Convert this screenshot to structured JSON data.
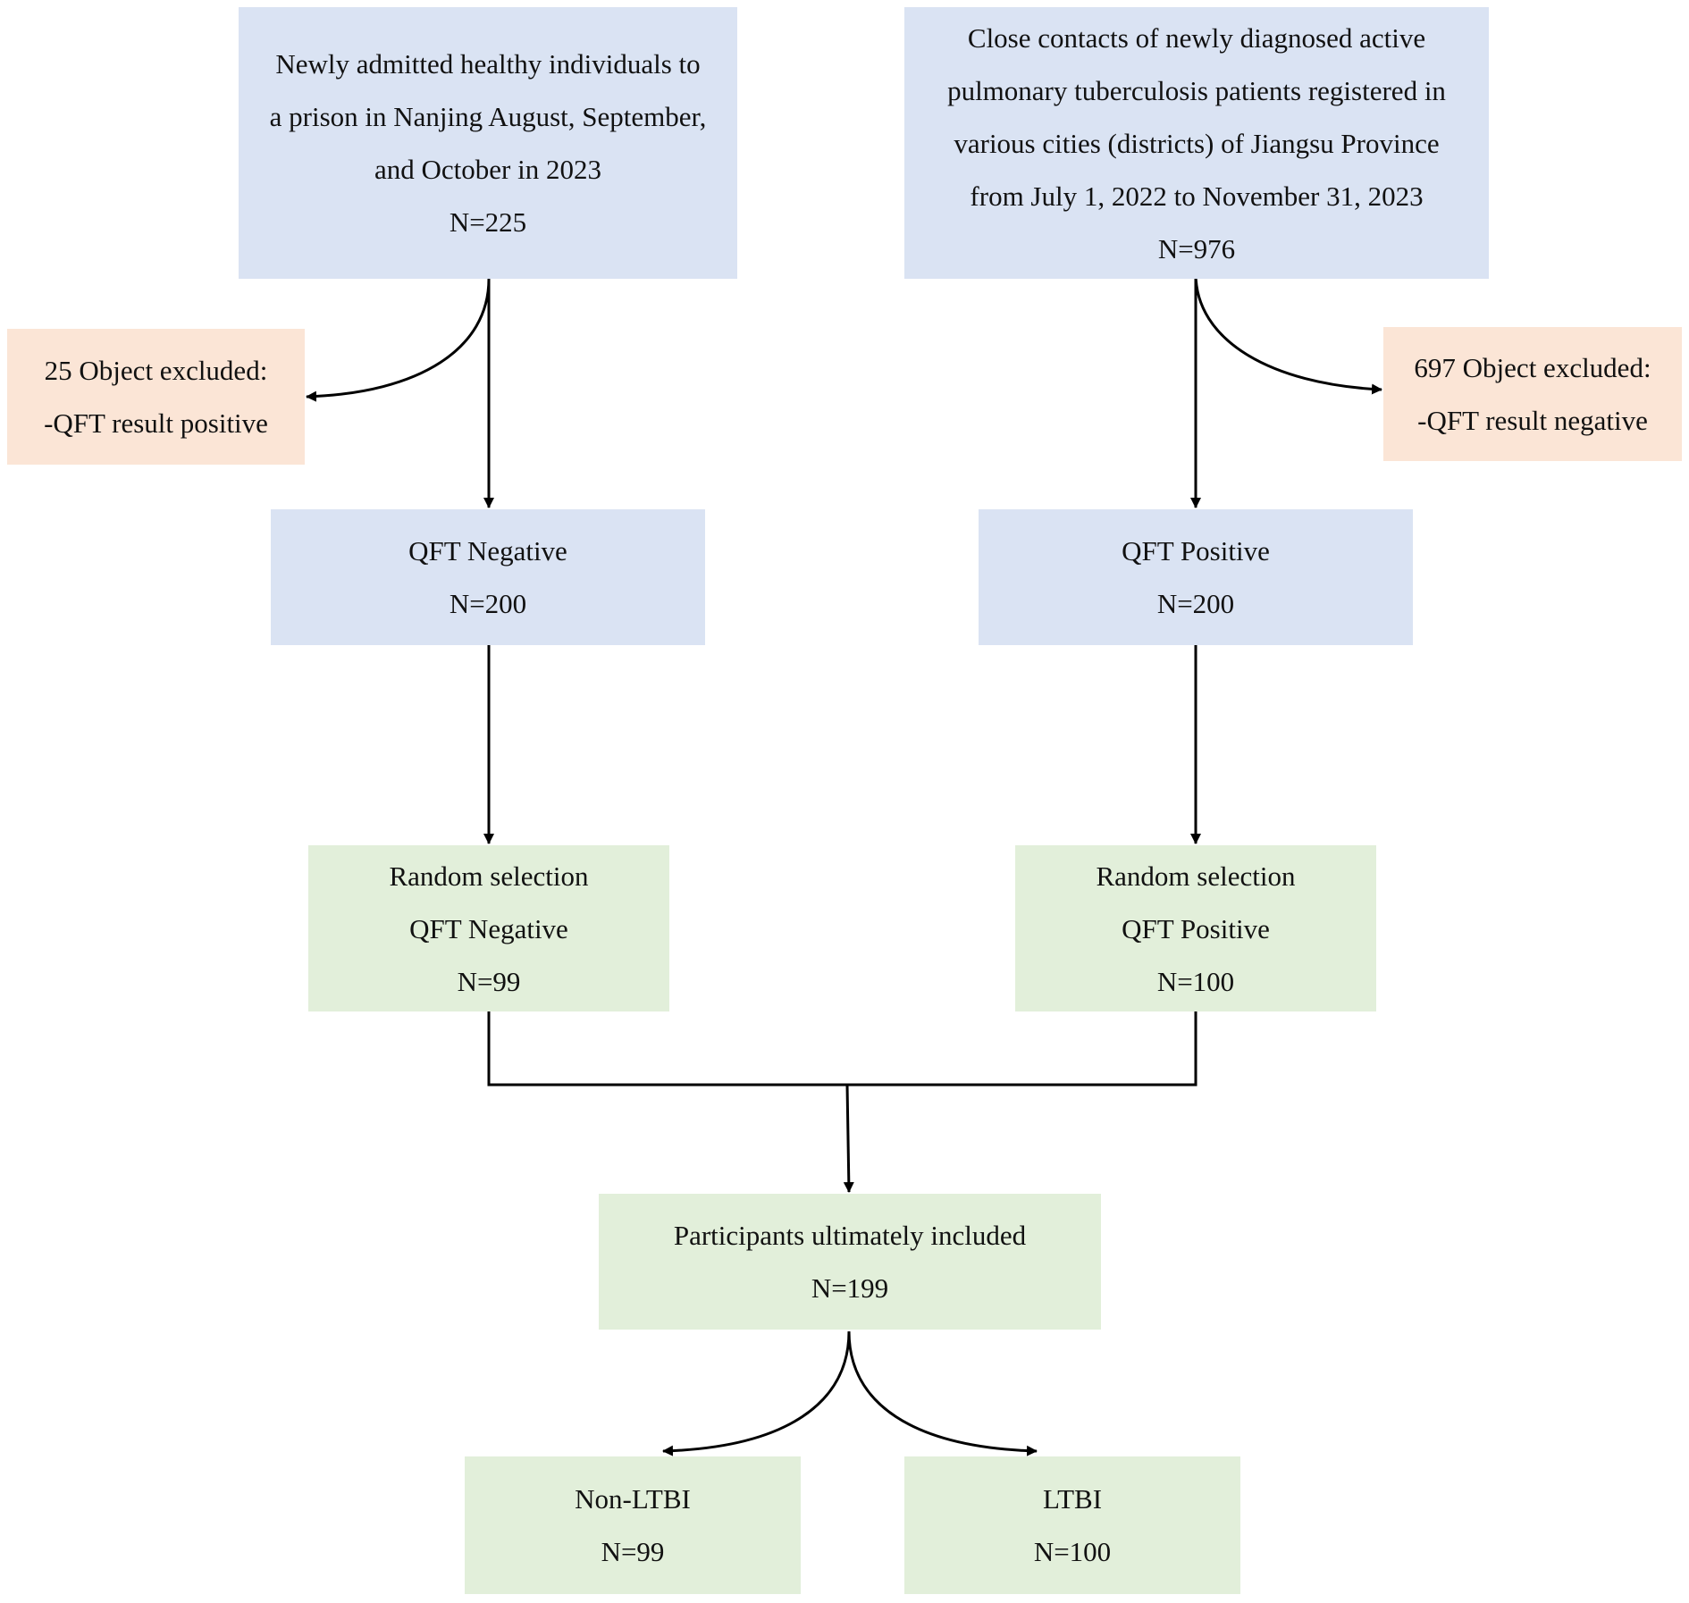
{
  "colors": {
    "source_box": "#dae3f3",
    "excluded_box": "#fbe5d6",
    "selected_box": "#e2efda",
    "connector": "#000000"
  },
  "boxes": {
    "prison": {
      "lines": [
        "Newly admitted healthy individuals to",
        "a prison in Nanjing August, September,",
        "and October in 2023",
        "N=225"
      ]
    },
    "contacts": {
      "lines": [
        "Close contacts of newly diagnosed active",
        "pulmonary tuberculosis patients registered in",
        "various cities (districts) of Jiangsu Province",
        "from July 1, 2022 to November 31, 2023",
        "N=976"
      ]
    },
    "excluded_left": {
      "lines": [
        "25 Object excluded:",
        "-QFT result positive"
      ]
    },
    "excluded_right": {
      "lines": [
        "697 Object excluded:",
        "-QFT result negative"
      ]
    },
    "qft_negative": {
      "lines": [
        "QFT Negative",
        "N=200"
      ]
    },
    "qft_positive": {
      "lines": [
        "QFT Positive",
        "N=200"
      ]
    },
    "random_negative": {
      "lines": [
        "Random selection",
        "QFT Negative",
        "N=99"
      ]
    },
    "random_positive": {
      "lines": [
        "Random selection",
        "QFT Positive",
        "N=100"
      ]
    },
    "included": {
      "lines": [
        "Participants ultimately included",
        "N=199"
      ]
    },
    "non_ltbi": {
      "lines": [
        "Non-LTBI",
        "N=99"
      ]
    },
    "ltbi": {
      "lines": [
        "LTBI",
        "N=100"
      ]
    }
  }
}
